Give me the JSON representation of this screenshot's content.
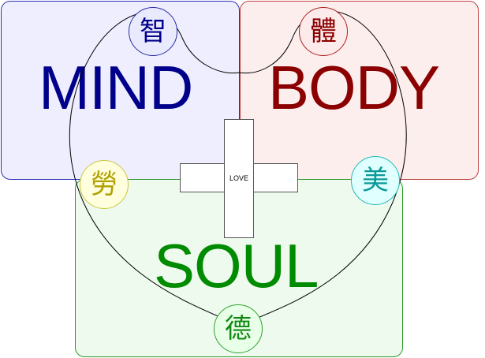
{
  "labels": {
    "mind": "MIND",
    "body": "BODY",
    "soul": "SOUL",
    "love": "LOVE"
  },
  "characters": {
    "wisdom": "智",
    "body": "體",
    "labor": "勞",
    "beauty": "美",
    "virtue": "德"
  },
  "colors": {
    "mind": "#00008b",
    "body": "#8b0000",
    "soul": "#008b00",
    "wisdom_circle_fill": "#eaeaff",
    "wisdom_circle_stroke": "#2a2aa0",
    "body_circle_fill": "#fdeaea",
    "body_circle_stroke": "#b02020",
    "labor_circle_fill": "#ffffdd",
    "labor_circle_stroke": "#c8c840",
    "labor_text": "#b0a000",
    "beauty_circle_fill": "#e0ffff",
    "beauty_circle_stroke": "#20b8b8",
    "beauty_text": "#0a9a9a",
    "virtue_circle_fill": "#e8ffe8",
    "virtue_circle_stroke": "#30a030",
    "virtue_text": "#118811",
    "heart_stroke": "#000000"
  }
}
